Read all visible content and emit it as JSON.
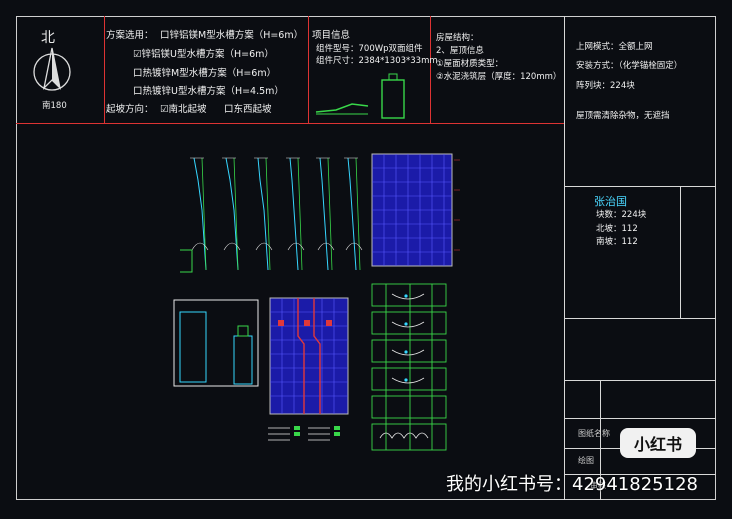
{
  "compass": {
    "north_label": "北",
    "south_label": "南180"
  },
  "scheme": {
    "title": "方案选用：",
    "opt1": "口锌铝镁M型水槽方案（H=6m）",
    "opt2": "☑锌铝镁U型水槽方案（H=6m）",
    "opt3": "口热镀锌M型水槽方案（H=6m）",
    "opt4": "口热镀锌U型水槽方案（H=4.5m）",
    "slope_label": "起坡方向：",
    "slope_opt1": "☑南北起坡",
    "slope_opt2": "口东西起坡"
  },
  "project": {
    "title": "项目信息",
    "model_line": "组件型号：700Wp双面组件",
    "size_line": "组件尺寸：2384*1303*33mm"
  },
  "roof": {
    "line1": "房屋结构：",
    "line2": "2、屋顶信息",
    "line3": "①屋面材质类型：",
    "line4": "②水泥浇筑层（厚度：120mm）"
  },
  "install": {
    "line1": "上网模式：全额上网",
    "line2": "安装方式：（化学锚栓固定）",
    "line3": "阵列块：224块",
    "line4": "屋顶需清除杂物，无遮挡"
  },
  "owner": {
    "name": "张治国",
    "count_total": "块数：224块",
    "count_north": "北坡：112",
    "count_south": "南坡：112"
  },
  "titleblock": {
    "label1": "图纸名称",
    "label2": "绘图",
    "label3": "审核"
  },
  "watermark": {
    "text": "我的小红书号：42941825128",
    "badge": "小红书"
  },
  "colors": {
    "panel_blue": "#2a2ad8",
    "grid_blue": "#4f4fff",
    "cyan": "#36d6ff",
    "green": "#39d84a",
    "red": "#e0383b"
  }
}
